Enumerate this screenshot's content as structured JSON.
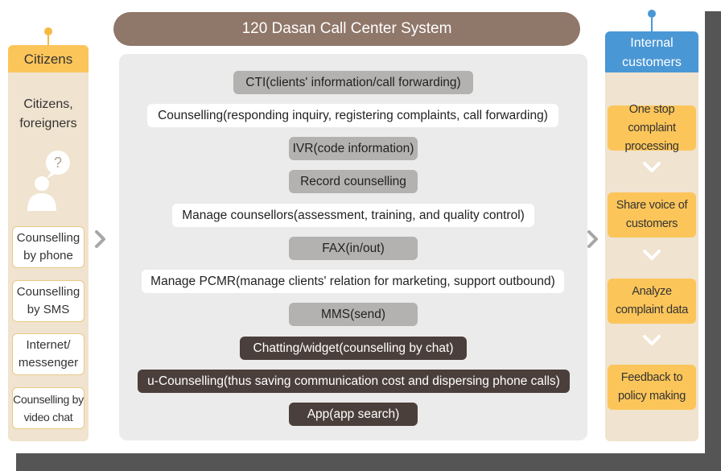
{
  "title": "120 Dasan Call Center System",
  "left": {
    "heading": "Citizens",
    "subtitle_lines": [
      "Citizens,",
      "foreigners"
    ],
    "speech_mark": "?",
    "channels": [
      {
        "lines": [
          "Counselling",
          "by phone"
        ]
      },
      {
        "lines": [
          "Counselling",
          "by SMS"
        ]
      },
      {
        "lines": [
          "Internet/",
          "messenger"
        ]
      },
      {
        "lines": [
          "Counselling by",
          "video chat"
        ]
      }
    ]
  },
  "center": {
    "items": [
      {
        "label": "CTI(clients' information/call forwarding)",
        "style": "grey"
      },
      {
        "label": "Counselling(responding inquiry, registering complaints, call forwarding)",
        "style": "white"
      },
      {
        "label": "IVR(code information)",
        "style": "grey"
      },
      {
        "label": "Record counselling",
        "style": "grey"
      },
      {
        "label": "Manage counsellors(assessment, training, and quality control)",
        "style": "white"
      },
      {
        "label": "FAX(in/out)",
        "style": "grey"
      },
      {
        "label": "Manage PCMR(manage clients' relation for marketing, support outbound)",
        "style": "white"
      },
      {
        "label": "MMS(send)",
        "style": "grey"
      },
      {
        "label": "Chatting/widget(counselling by chat)",
        "style": "dark"
      },
      {
        "label": "u-Counselling(thus saving communication cost and dispersing phone calls)",
        "style": "dark"
      },
      {
        "label": "App(app search)",
        "style": "dark"
      }
    ]
  },
  "right": {
    "heading_lines": [
      "Internal",
      "customers"
    ],
    "steps": [
      {
        "lines": [
          "One stop complaint",
          "processing"
        ]
      },
      {
        "lines": [
          "Share voice of",
          "customers"
        ]
      },
      {
        "lines": [
          "Analyze",
          "complaint data"
        ]
      },
      {
        "lines": [
          "Feedback to",
          "policy making"
        ]
      }
    ]
  },
  "colors": {
    "banner": "#8f7769",
    "citizens_header": "#fcc55a",
    "internal_header": "#4a97d5",
    "column_bg": "#f0e3cf",
    "pill_grey": "#b4b2b1",
    "pill_dark": "#4b3f3b"
  }
}
